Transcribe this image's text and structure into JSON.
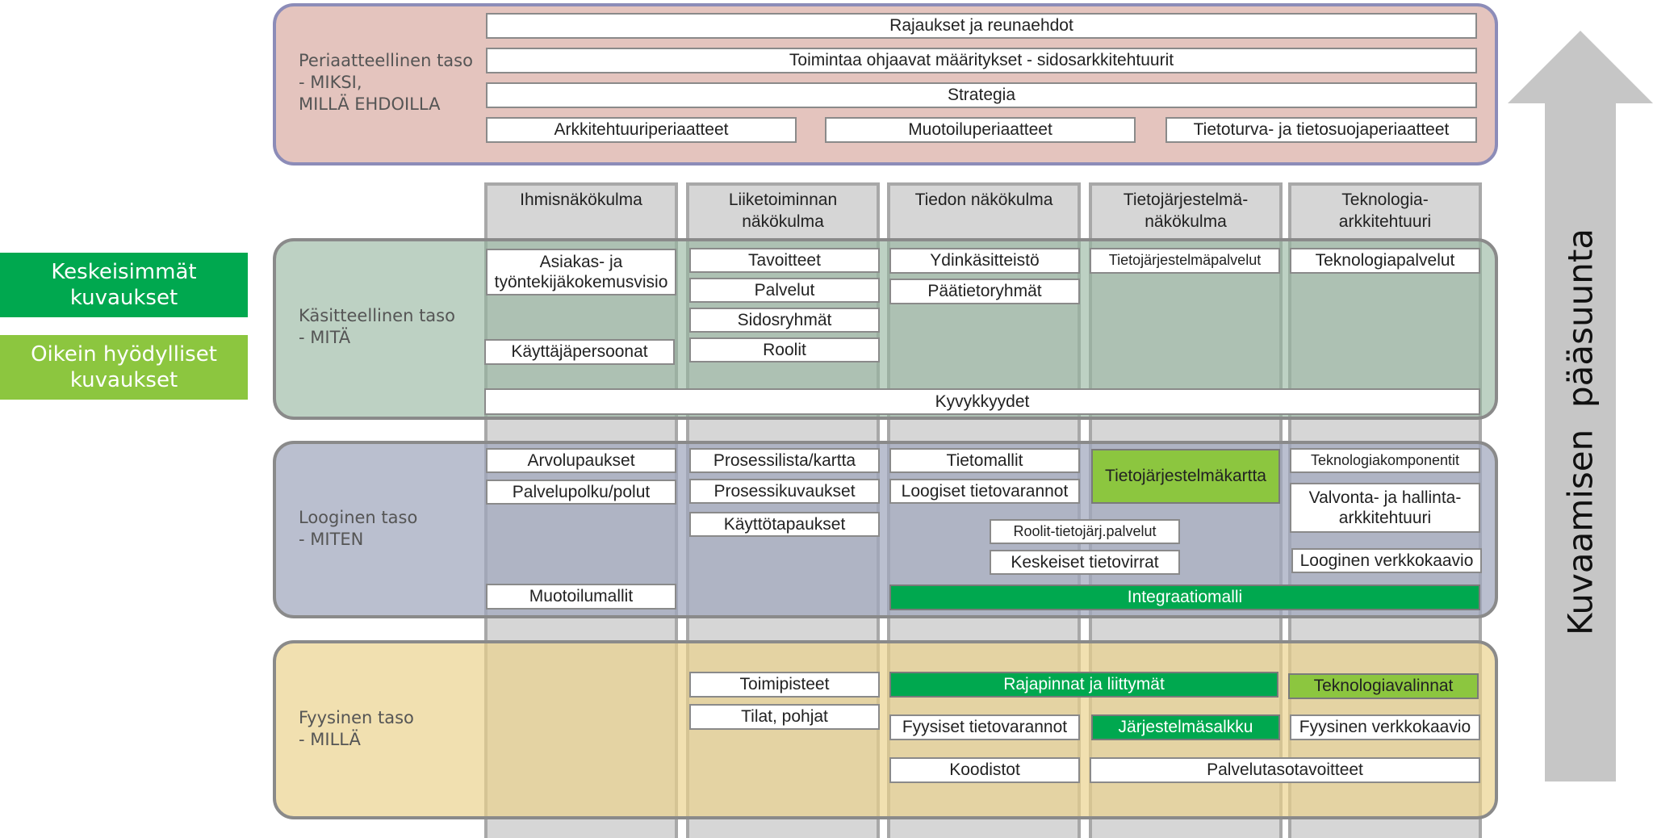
{
  "legend": {
    "key_descriptions": "Keskeisimmät\nkuvaukset",
    "useful_descriptions": "Oikein hyödylliset\nkuvaukset",
    "colors": {
      "key": "#00a84f",
      "useful": "#8cc63f"
    }
  },
  "arrow": {
    "label": "Kuvaamisen  pääsuunta"
  },
  "levels": {
    "conceptual_principles": {
      "label": "Periaatteellinen taso\n- MIKSI,\nMILLÄ EHDOILLA",
      "color": "#e4c4be"
    },
    "conceptual": {
      "label": "Käsitteellinen taso\n- MITÄ",
      "color": "#a7beae"
    },
    "logical": {
      "label": "Looginen taso\n- MITEN",
      "color": "#acb0c2"
    },
    "physical": {
      "label": "Fyysinen taso\n- MILLÄ",
      "color": "#e9d59a"
    }
  },
  "principles": {
    "constraints": "Rajaukset ja reunaehdot",
    "reference_architectures": "Toimintaa ohjaavat määritykset - sidosarkkitehtuurit",
    "strategy": "Strategia",
    "architecture_principles": "Arkkitehtuuriperiaatteet",
    "design_principles": "Muotoiluperiaatteet",
    "security_principles": "Tietoturva- ja tietosuojaperiaatteet"
  },
  "columns": {
    "human": "Ihmisnäkökulma",
    "business": "Liiketoiminnan\nnäkökulma",
    "information": "Tiedon näkökulma",
    "systems": "Tietojärjestelmä-\nnäkökulma",
    "technology": "Teknologia-\narkkitehtuuri"
  },
  "conceptual_items": {
    "customer_vision": "Asiakas- ja\ntyöntekijäkokemusvisio",
    "personas": "Käyttäjäpersoonat",
    "goals": "Tavoitteet",
    "services": "Palvelut",
    "stakeholders": "Sidosryhmät",
    "roles": "Roolit",
    "core_concepts": "Ydinkäsitteistö",
    "main_info_groups": "Päätietoryhmät",
    "system_services": "Tietojärjestelmäpalvelut",
    "tech_services": "Teknologiapalvelut",
    "capabilities": "Kyvykkyydet"
  },
  "logical_items": {
    "value_promises": "Arvolupaukset",
    "service_paths": "Palvelupolku/polut",
    "design_patterns": "Muotoilumallit",
    "process_list": "Prosessilista/kartta",
    "process_descriptions": "Prosessikuvaukset",
    "use_cases": "Käyttötapaukset",
    "info_models": "Tietomallit",
    "logical_stores": "Loogiset tietovarannot",
    "roles_services": "Roolit-tietojärj.palvelut",
    "key_flows": "Keskeiset tietovirrat",
    "system_map": "Tietojärjestelmäkartta",
    "tech_components": "Teknologiakomponentit",
    "monitoring_arch": "Valvonta- ja hallinta-\narkkitehtuuri",
    "logical_network": "Looginen verkkokaavio",
    "integration_model": "Integraatiomalli"
  },
  "physical_items": {
    "offices": "Toimipisteet",
    "premises": "Tilat, pohjat",
    "interfaces": "Rajapinnat ja liittymät",
    "physical_stores": "Fyysiset tietovarannot",
    "system_portfolio": "Järjestelmäsalkku",
    "code_sets": "Koodistot",
    "sla": "Palvelutasotavoitteet",
    "tech_choices": "Teknologiavalinnat",
    "physical_network": "Fyysinen verkkokaavio"
  }
}
